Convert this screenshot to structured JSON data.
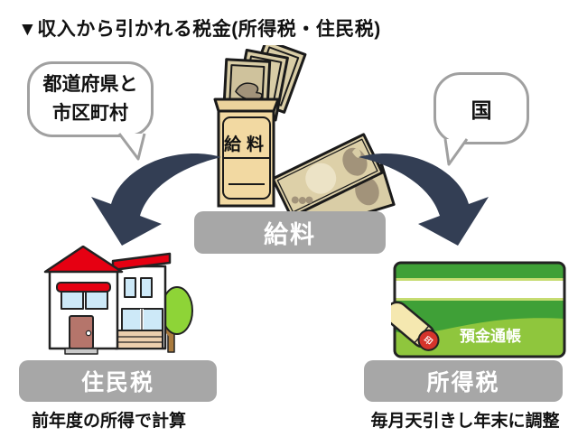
{
  "title": "▼収入から引かれる税金(所得税・住民税)",
  "bubble_left": {
    "line1": "都道府県と",
    "line2": "市区町村"
  },
  "bubble_right": {
    "label": "国"
  },
  "salary": {
    "banner": "給料",
    "envelope_label": "給料"
  },
  "resident_tax": {
    "banner": "住民税",
    "caption": "前年度の所得で計算"
  },
  "income_tax": {
    "banner": "所得税",
    "caption": "毎月天引きし年末に調整"
  },
  "passbook": {
    "label": "預金通帳",
    "stamp_label": "印"
  },
  "colors": {
    "arrow_navy": "#333e54",
    "banner_gray": "#a7a7a7",
    "bubble_border": "#a0a0a0",
    "roof_red": "#e60012",
    "passbook_green": "#3fa037",
    "passbook_light_green": "#8fc63d",
    "envelope_tan": "#f2d9a2"
  }
}
